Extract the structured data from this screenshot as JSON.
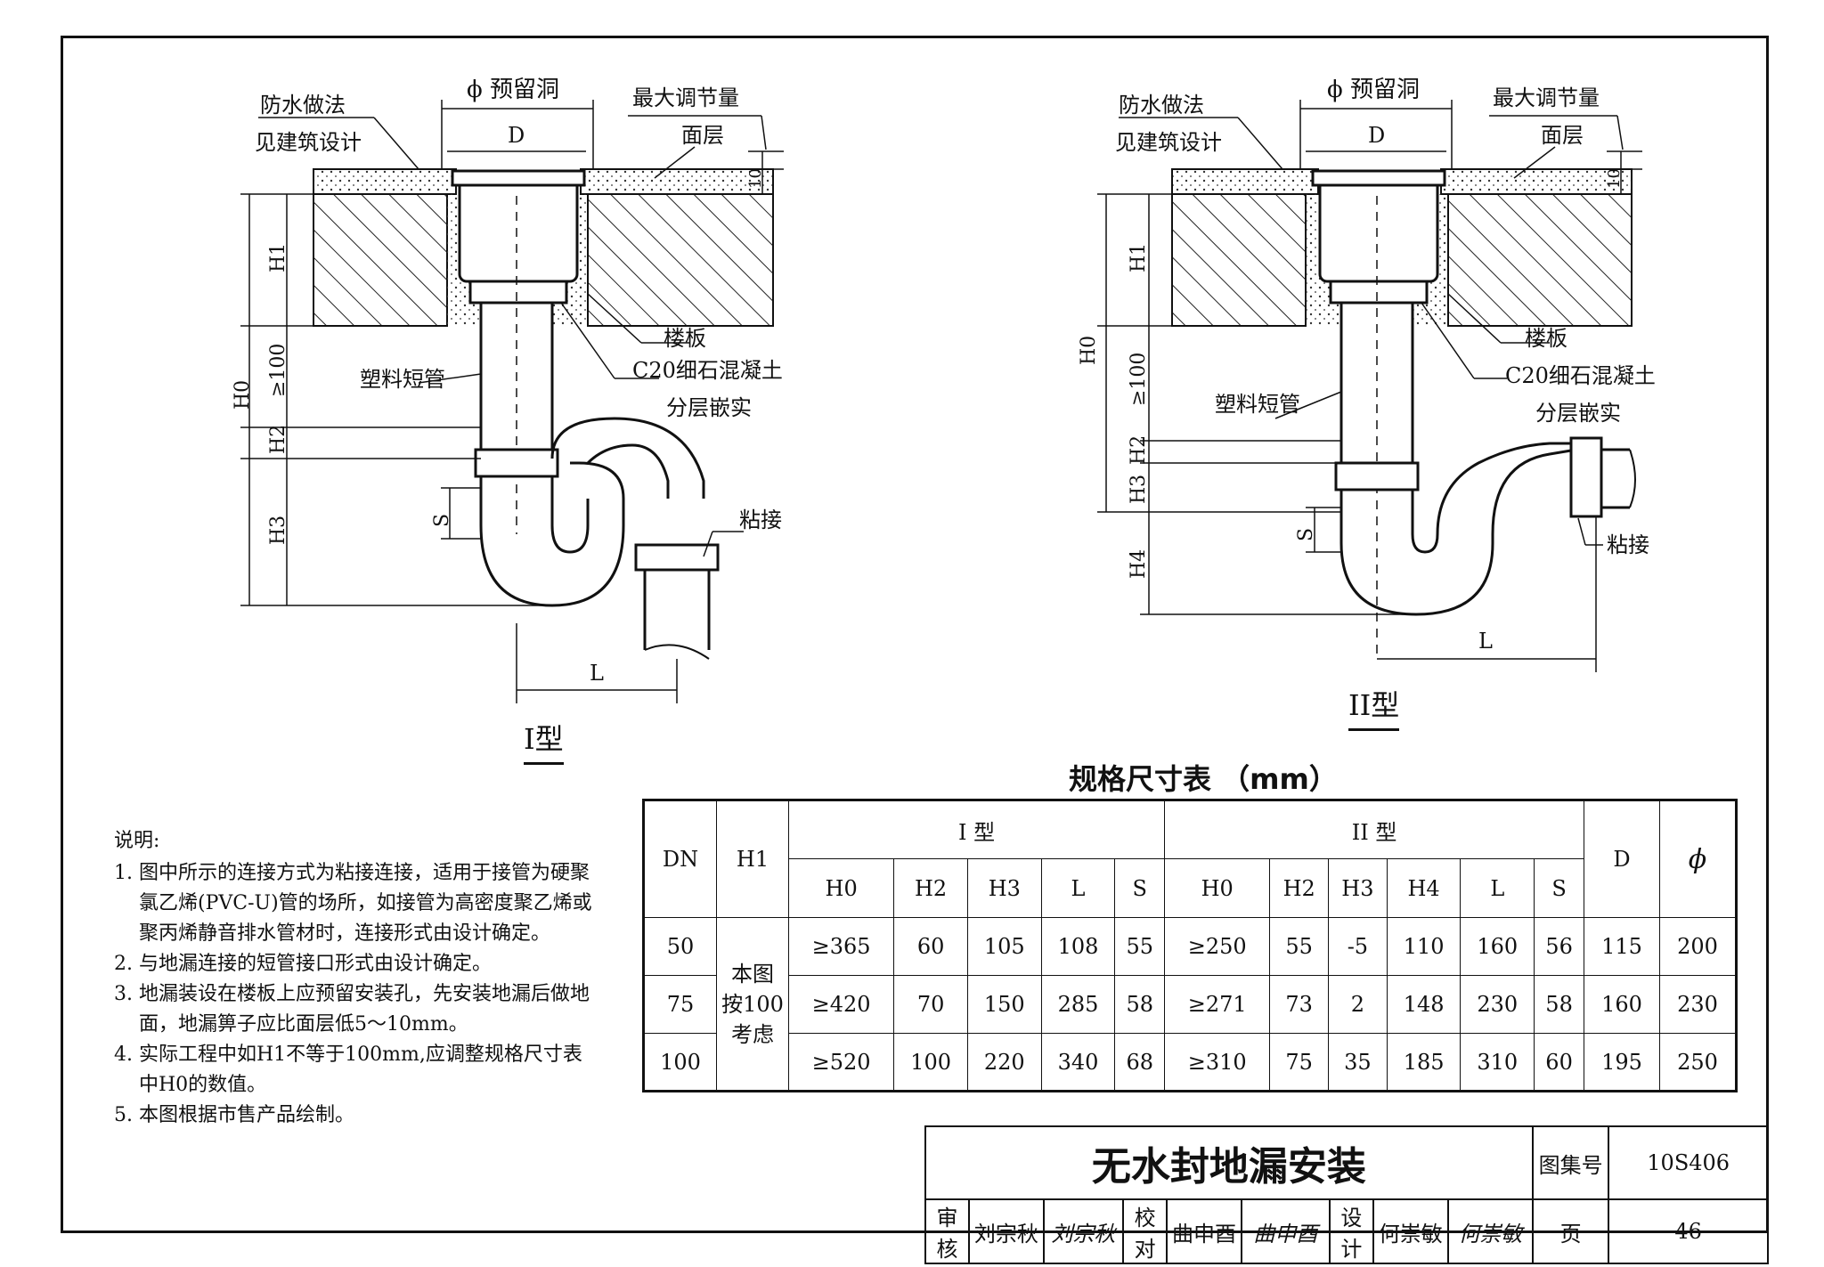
{
  "drawing": {
    "type1": {
      "caption": "I型",
      "labels": {
        "waterproof": "防水做法",
        "see_arch": "见建筑设计",
        "hole": "ϕ 预留洞",
        "max_adjust": "最大调节量",
        "surface": "面层",
        "slab": "楼板",
        "concrete": "C20细石混凝土",
        "layered": "分层嵌实",
        "plastic_pipe": "塑料短管",
        "glue": "粘接",
        "dim_D": "D",
        "dim_L": "L",
        "dim_S": "S",
        "dim_H0": "H0",
        "dim_H1": "H1",
        "dim_H2": "H2",
        "dim_H3": "H3",
        "dim_100": "≥100",
        "dim_10": "10"
      }
    },
    "type2": {
      "caption": "II型",
      "labels": {
        "waterproof": "防水做法",
        "see_arch": "见建筑设计",
        "hole": "ϕ 预留洞",
        "max_adjust": "最大调节量",
        "surface": "面层",
        "slab": "楼板",
        "concrete": "C20细石混凝土",
        "layered": "分层嵌实",
        "plastic_pipe": "塑料短管",
        "glue": "粘接",
        "dim_D": "D",
        "dim_L": "L",
        "dim_S": "S",
        "dim_H0": "H0",
        "dim_H1": "H1",
        "dim_H2": "H2",
        "dim_H3": "H3",
        "dim_H4": "H4",
        "dim_100": "≥100",
        "dim_10": "10"
      }
    }
  },
  "spec_table": {
    "title": "规格尺寸表 （mm）",
    "headers": {
      "dn": "DN",
      "h1": "H1",
      "type1": "I 型",
      "type2": "II 型",
      "d": "D",
      "phi": "ϕ",
      "t1_cols": [
        "H0",
        "H2",
        "H3",
        "L",
        "S"
      ],
      "t2_cols": [
        "H0",
        "H2",
        "H3",
        "H4",
        "L",
        "S"
      ]
    },
    "h1_note": [
      "本图",
      "按100",
      "考虑"
    ],
    "rows": [
      {
        "dn": "50",
        "t1": [
          "≥365",
          "60",
          "105",
          "108",
          "55"
        ],
        "t2": [
          "≥250",
          "55",
          "-5",
          "110",
          "160",
          "56"
        ],
        "d": "115",
        "phi": "200"
      },
      {
        "dn": "75",
        "t1": [
          "≥420",
          "70",
          "150",
          "285",
          "58"
        ],
        "t2": [
          "≥271",
          "73",
          "2",
          "148",
          "230",
          "58"
        ],
        "d": "160",
        "phi": "230"
      },
      {
        "dn": "100",
        "t1": [
          "≥520",
          "100",
          "220",
          "340",
          "68"
        ],
        "t2": [
          "≥310",
          "75",
          "35",
          "185",
          "310",
          "60"
        ],
        "d": "195",
        "phi": "250"
      }
    ]
  },
  "notes": {
    "heading": "说明:",
    "items": [
      "1. 图中所示的连接方式为粘接连接，适用于接管为硬聚氯乙烯(PVC-U)管的场所，如接管为高密度聚乙烯或聚丙烯静音排水管材时，连接形式由设计确定。",
      "2. 与地漏连接的短管接口形式由设计确定。",
      "3. 地漏装设在楼板上应预留安装孔，先安装地漏后做地面，地漏箅子应比面层低5～10mm。",
      "4. 实际工程中如H1不等于100mm,应调整规格尺寸表中H0的数值。",
      "5. 本图根据市售产品绘制。"
    ]
  },
  "title_block": {
    "title": "无水封地漏安装",
    "atlas_label": "图集号",
    "atlas_no": "10S406",
    "review_label": "审核",
    "reviewer": "刘宗秋",
    "reviewer_sig": "刘宗秋",
    "check_label": "校对",
    "checker": "曲申酉",
    "checker_sig": "曲申酉",
    "design_label": "设计",
    "designer": "何崇敏",
    "designer_sig": "何崇敏",
    "page_label": "页",
    "page_no": "46"
  }
}
